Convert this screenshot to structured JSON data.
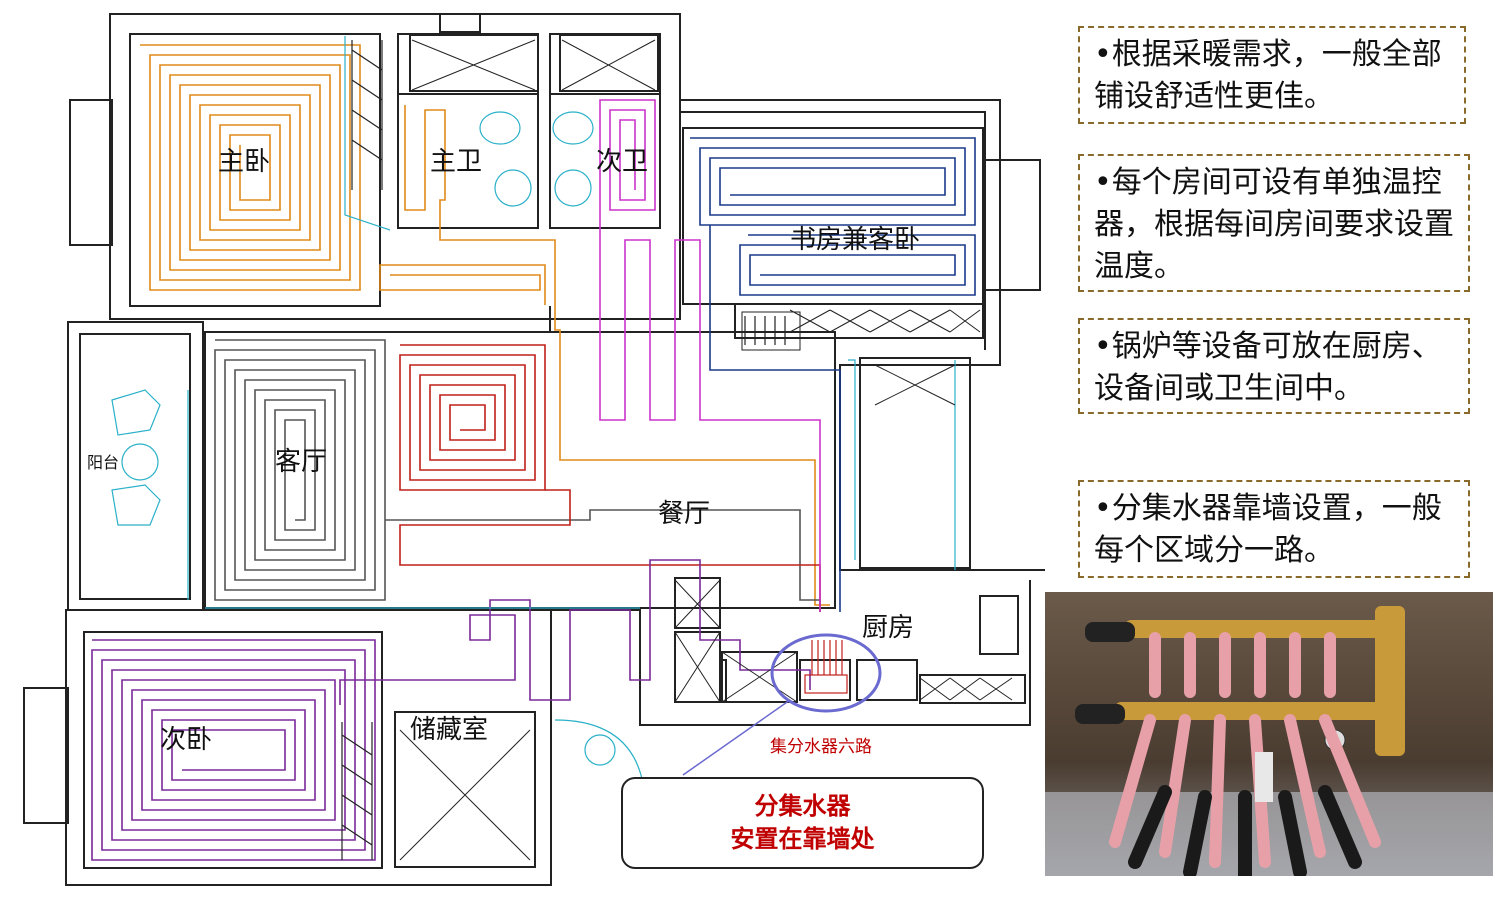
{
  "rooms": {
    "master_bedroom": "主卧",
    "master_bath": "主卫",
    "second_bath": "次卫",
    "study_guest": "书房兼客卧",
    "living_room": "客厅",
    "balcony": "阳台",
    "dining_room": "餐厅",
    "kitchen": "厨房",
    "second_bedroom": "次卧",
    "storage_room": "储藏室"
  },
  "manifold_label": "集分水器六路",
  "callout": {
    "line1": "分集水器",
    "line2": "安置在靠墙处"
  },
  "notes": [
    "•根据采暖需求，一般全部铺设舒适性更佳。",
    "•每个房间可设有单独温控器，根据每间房间要求设置温度。",
    "•锅炉等设备可放在厨房、设备间或卫生间中。",
    "•分集水器靠墙设置，一般每个区域分一路。"
  ],
  "colors": {
    "loop_master_bedroom": "#e08a1a",
    "loop_living": "#555555",
    "loop_dining": "#c0201a",
    "loop_second_bath": "#cc33cc",
    "loop_study": "#1a3a8a",
    "loop_second_bedroom": "#7a2a9a",
    "highlight_ellipse": "#6a6ad0",
    "callout_text": "#c00000",
    "note_border": "#8a6a2a"
  }
}
